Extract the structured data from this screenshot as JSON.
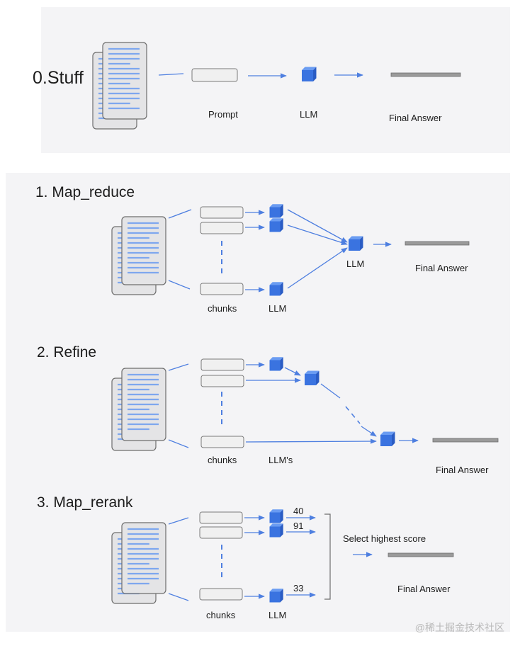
{
  "sections": {
    "stuff": {
      "title": "0.Stuff",
      "prompt": "Prompt",
      "llm": "LLM",
      "final": "Final Answer"
    },
    "map_reduce": {
      "title": "1. Map_reduce",
      "chunks": "chunks",
      "llm_a": "LLM",
      "llm_b": "LLM",
      "final": "Final Answer"
    },
    "refine": {
      "title": "2. Refine",
      "chunks": "chunks",
      "llms": "LLM's",
      "final": "Final Answer"
    },
    "map_rerank": {
      "title": "3. Map_rerank",
      "chunks": "chunks",
      "llm": "LLM",
      "scores": [
        "40",
        "91",
        "33"
      ],
      "select": "Select highest score",
      "final": "Final Answer"
    }
  },
  "watermark": "@稀土掘金技术社区",
  "colors": {
    "accent": "#3a73e0",
    "cube": "#3a73e0",
    "line": "#4e7fe0",
    "panel": "#f4f4f6"
  }
}
